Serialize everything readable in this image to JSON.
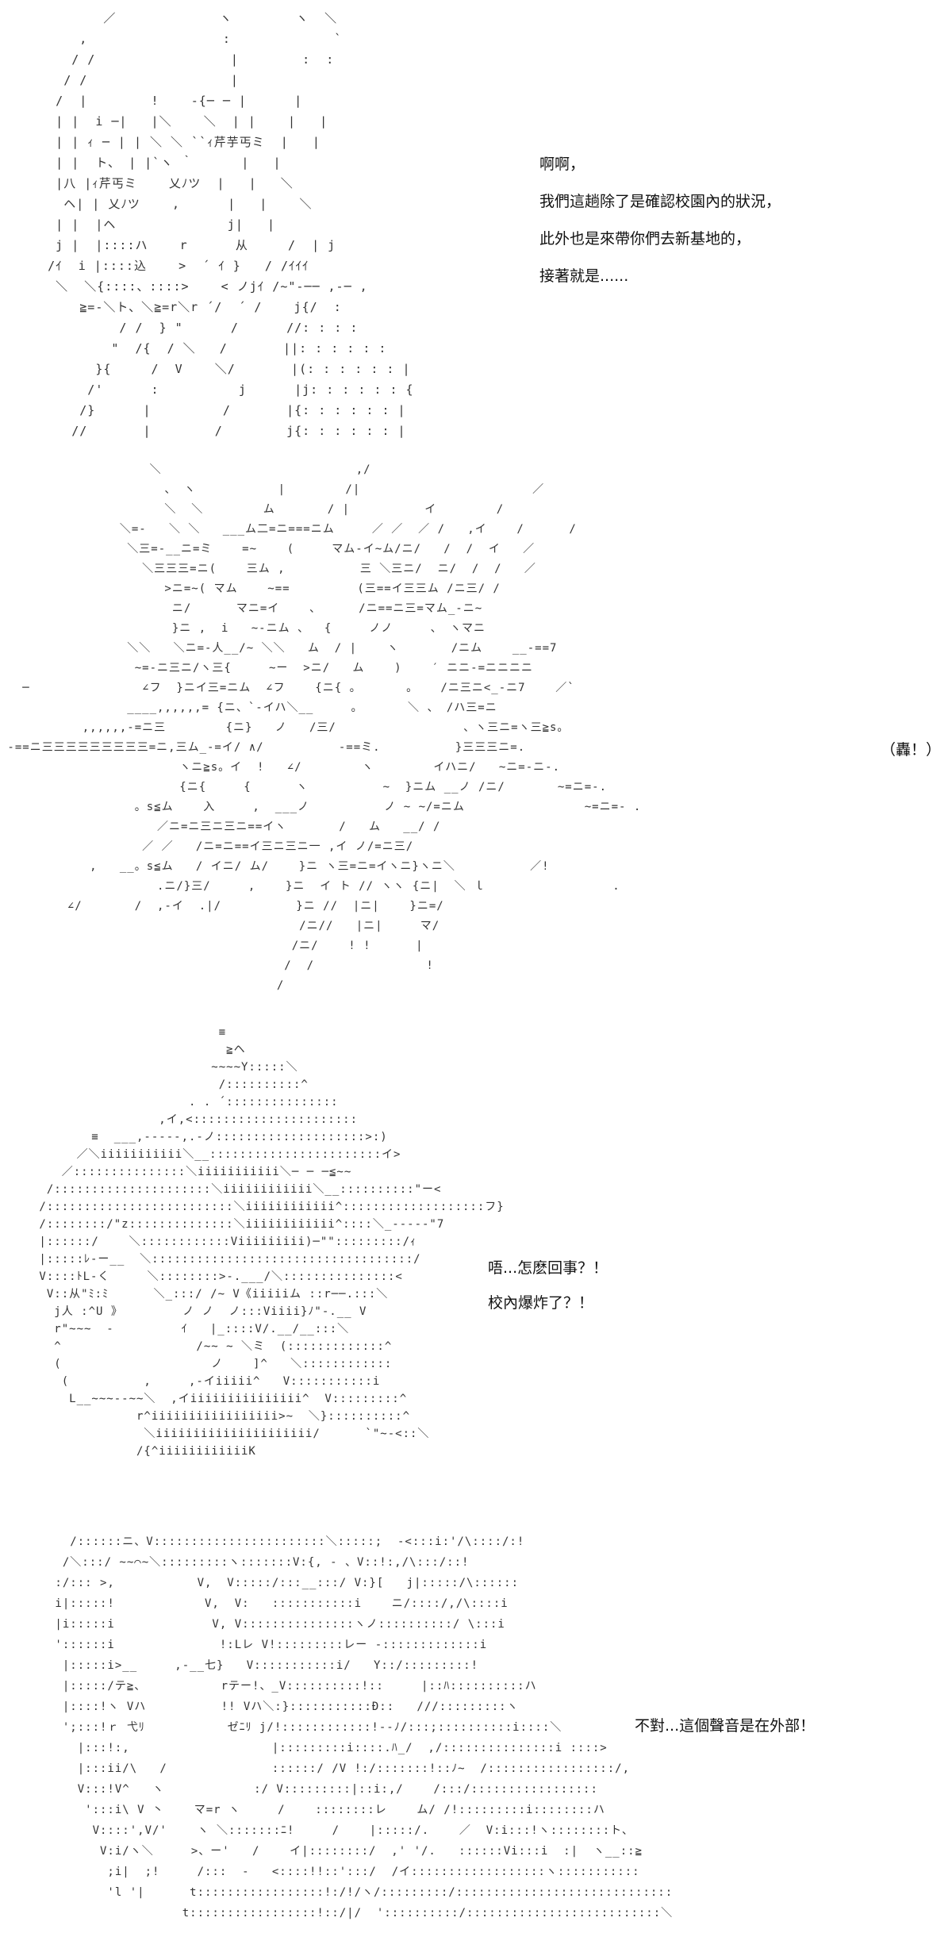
{
  "panels": [
    {
      "dialogue": [
        "啊啊，",
        "我們這趟除了是確認校園內的狀況，",
        "此外也是來帶你們去新基地的，",
        "接著就是......"
      ],
      "art": [
        "            ／             ヽ        ヽ  ＼",
        "         ,                 :             `",
        "        / /                 |        :  :",
        "       / /                  |",
        "      /  |        !    -{─ ─ |      |",
        "      | |  i ─|   |＼    ＼  | |    |   |",
        "      | | ｨ ─ | | ＼ ＼ ``ｨ芹芋丐ミ  |   |",
        "      | |  ト、 | |`ヽ ｀      |   |",
        "      |八 |ｨ芹丐ミ    乂ﾉツ  |   |   ＼",
        "       ヘ| | 乂ﾉツ    ,      |   |    ＼",
        "      | |  |ヘ              j|   |",
        "      j |  |::::ハ    r      从     /  | j",
        "     /ｲ  i |::::込    >  ´ ｲ }   / /ｲｲｲ",
        "      ＼  ＼{::::、::::>    < ノjｲ /~\"-── ,-─ ,",
        "         ≧=-＼ト、＼≧=r＼r ´/  ´ /    j{/  : ",
        "              / /  } \"      /      //: : : : ",
        "             \"  /{  / ＼   /       ||: : : : : :",
        "           }{     /  V    ＼/       |(: : : : : : |",
        "          /'      :          j      |j: : : : : : {",
        "         /}      |         /       |{: : : : : : |",
        "        //       |        /        j{: : : : : : |"
      ]
    },
    {
      "sfx": "（轟！）",
      "art": [
        "                    ＼                          ,/",
        "                      、 ヽ           |        /|                       ／",
        "                      ＼  ＼        ム       / |          イ        /",
        "                ＼=-   ＼ ＼   ___ム二=ニ===ニム     ／ ／  ／ /   ,イ    /      /",
        "                 ＼三=-__ニ=ミ    =~    (     マム-イ~ム/ニ/   /  /  イ   ／",
        "                   ＼三三三=ニ(    三ム ,          三 ＼三ニ/  ニ/  /  /   ／",
        "                      >ニ=~( マム    ~==         (三==イ三三ム /ニ三/ /",
        "                       ニ/      マニ=イ    、     /ニ==ニ三=マム_-ニ~",
        "                       }ニ ,  i   ~-ニム 、  {     ノノ     、 ヽマニ",
        "                 ＼＼   ＼ニ=-人__/~ ＼＼   ム  / |    ヽ       /ニム    __-==7",
        "                  ~=-ニ三ニ/ヽ三{     ~ー  >ニ/   ム    )    ′ ニニ-=ニニニニ",
        "   ─               ∠フ  }ニイ三=ニム  ∠フ    {ニ{ 。      。   /ニ三ニ<_-ニ7    ／`",
        "                 ____,,,,,,= {ニ、`-イハ＼__     。      ＼ 、 /ハ三=ニ",
        "           ,,,,,,-=ニ三        {ニ}   ノ   /三/                 、ヽ三ニ=ヽ三≧s。",
        " -==ニ三三三三三三三三三=ニ,三ム_-=イ/ ∧/          -==ミ.          }三三三ニ=.",
        "                        ヽニ≧s。イ  !   ∠/        ヽ        イハニ/   ~ニ=-ニ-.",
        "                        {ニ{     {      ヽ          ~  }ニム __ノ /ニ/       ~=ニ=-.",
        "                  。s≦ム    入     ,  ___ノ          ノ ~ ~/=ニム                ~=ニ=- .",
        "                     ／ニ=ニ三ニ三ニ==イヽ       /   ム   __/ /",
        "                   ／ ／   /ニ=ニ==イ三ニ三ニ一 ,イ ノ/=ニ三/",
        "            ,   __。s≦ム   / イニ/ ム/    }ニ ヽ三=ニ=イヽニ}ヽニ＼          ／!",
        "                     .ニ/}三/     ,    }ニ  イ ト // ヽヽ {ニ|  ＼ ｌ                 .",
        "         ∠/       /  ,-イ  .|/          }ニ //  |ニ|    }ニ=/",
        "                                        /ニ//   |ニ|     マ/",
        "                                       /ニ/    ! !      |",
        "                                      /  /               !",
        "                                     /"
      ]
    },
    {
      "dialogue": [
        "唔...怎麽回事？！",
        "校內爆炸了？！"
      ],
      "art": [
        "                         ≡",
        "                          ≧ヘ",
        "                        ~~~~Y:::::＼",
        "                         /::::::::::^",
        "                     . . ´:::::::::::::::",
        "                 ,イ,<::::::::::::::::::::::",
        "        ≡  ___,-----,.-ノ::::::::::::::::::::>:)",
        "      ／＼iiiiiiiiiii＼__:::::::::::::::::::::::イ>",
        "    ／:::::::::::::::＼iiiiiiiiiii＼─ ─ ─≦~~",
        "  /:::::::::::::::::::::＼iiiiiiiiiiii＼__::::::::::\"ー<",
        " /:::::::::::::::::::::::::＼iiiiiiiiiiii^:::::::::::::::::::フ}",
        " /::::::::/\"z::::::::::::::＼iiiiiiiiiiii^::::＼_-----\"7",
        " |::::::/    ＼::::::::::::Viiiiiiiii)─\"\":::::::::/ｨ",
        " |:::::ﾚ-ー__  ＼:::::::::::::::::::::::::::::::::::/",
        " V::::ﾄL-く     ＼::::::::>-.___/＼:::::::::::::::<",
        "  V::从\"ﾐ:ﾐ      ＼_:::/ /~ V《iiiiiム ::r──.:::＼",
        "   j人 :^U 》        ノ ノ  ノ:::Viiii}ﾉ\"-.__ V",
        "   r\"~~~  -         ｲ   |_::::V/.__/__:::＼",
        "   ^                  /~~ ~ ＼ミ  (:::::::::::::^",
        "   (                    ノ    ]^   ＼::::::::::::",
        "    (          ,     ,-イiiiii^   V:::::::::::i",
        "     L__~~~--~~＼  ,イiiiiiiiiiiiiiii^  V:::::::::^",
        "              r^iiiiiiiiiiiiiiiii>~  ＼}::::::::::^",
        "               ＼iiiiiiiiiiiiiiiiiiiii/      `\"~-<::＼",
        "              /{^iiiiiiiiiiiiK"
      ]
    },
    {
      "dialogue": [
        "不對...這個聲音是在外部！"
      ],
      "art": [
        "   /::::::ニ、V:::::::::::::::::::::::＼:::::;  -<:::i:'/\\::::/:!",
        "  /＼:::/ ~~⌒~＼:::::::::ヽ:::::::V:{, - 、V::!:,/\\:::/::!",
        " :/::: >,           V,  V:::::/:::__:::/ V:}[   j|:::::/\\::::::",
        " i|:::::!            V,  V:   :::::::::::i    ニ/::::/,/\\::::i",
        " |i:::::i             V, V:::::::::::::::ヽノ::::::::::/ \\:::i",
        " '::::::i              !:Lレ V!:::::::::レー -:::::::::::::i",
        "  |:::::i>__     ,-__七}   V:::::::::::i/   Y::/:::::::::!",
        "  |:::::/テ≧、          rテー!、_V::::::::::!::     |::ﾊ::::::::::ハ",
        "  |::::!ヽ Vハ          !! Vハ＼:}:::::::::::Ð::   ///:::::::::ヽ",
        "  ';:::!ｒ 弋ﾘ           ゼﾆﾘ j/!::::::::::::!--ﾉ/:::;::::::::::i::::＼",
        "    |:::!:,                   |:::::::::i::::.ﾊ_/  ,/:::::::::::::::i ::::>",
        "    |:::ii/\\   /              ::::::/ /V !:/:::::::!::ﾉ~  /:::::::::::::::::/,",
        "    V:::!V^   ヽ            :/ V:::::::::|::i:,/    /:::/:::::::::::::::::",
        "     ':::i\\ V 丶    マ=r ヽ     /    ::::::::レ    ム/ /!:::::::::i::::::::ハ",
        "      V::::',V/'    ヽ ＼:::::::ﾆ!     /    |:::::/.    ／  V:i:::!ヽ::::::::ト、",
        "       V:i/ヽ＼     >、ー'   /    イ|::::::::/  ,' '/.   ::::::Vi:::i  :|  ヽ__::≧",
        "        ;i|  ;!     /:::  -   <::::!!::':::/  /イ::::::::::::::::::ヽ:::::::::::",
        "        'l '|      t:::::::::::::::::!:/!/ヽ/:::::::::/:::::::::::::::::::::::::::::",
        "                  t:::::::::::::::::!::/|/  '::::::::::/::::::::::::::::::::::::::＼"
      ]
    }
  ]
}
